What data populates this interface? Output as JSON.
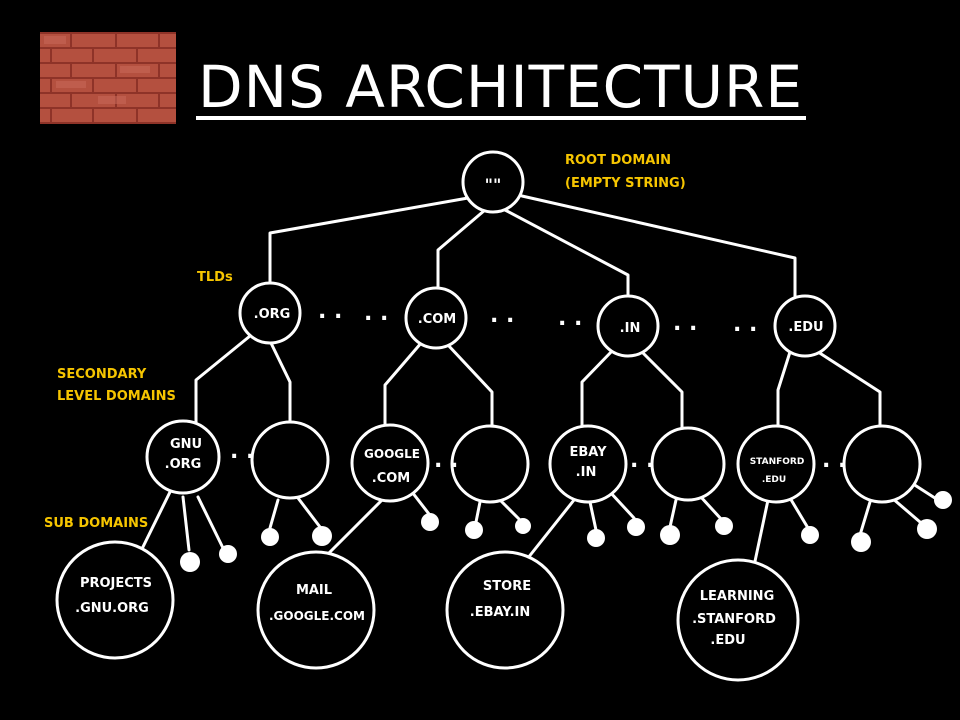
{
  "title": "DNS ARCHITECTURE",
  "colors": {
    "background": "#000000",
    "lines": "#ffffff",
    "annotation": "#f6c500",
    "brick": "#a8443a"
  },
  "icons": {
    "title_image": "brick-wall-icon"
  },
  "annotations": {
    "root_line1": "ROOT DOMAIN",
    "root_line2": "(EMPTY STRING)",
    "tlds": "TLDs",
    "secondary_line1": "SECONDARY",
    "secondary_line2": "LEVEL DOMAINS",
    "sub_domains": "SUB DOMAINS"
  },
  "nodes": {
    "root": "\"\"",
    "tld_org": ".ORG",
    "tld_com": ".COM",
    "tld_in": ".IN",
    "tld_edu": ".EDU",
    "gnu_1": "GNU",
    "gnu_2": ".ORG",
    "google_1": "GOOGLE",
    "google_2": ".COM",
    "ebay_1": "EBAY",
    "ebay_2": ".IN",
    "stanford_1": "STANFORD",
    "stanford_2": ".EDU",
    "projects_1": "PROJECTS",
    "projects_2": ".GNU.ORG",
    "mail_1": "MAIL",
    "mail_2": ".GOOGLE.COM",
    "store_1": "STORE",
    "store_2": ".EBAY.IN",
    "learning_1": "LEARNING",
    "learning_2": ".STANFORD",
    "learning_3": ".EDU"
  },
  "ellipsis": ". ."
}
